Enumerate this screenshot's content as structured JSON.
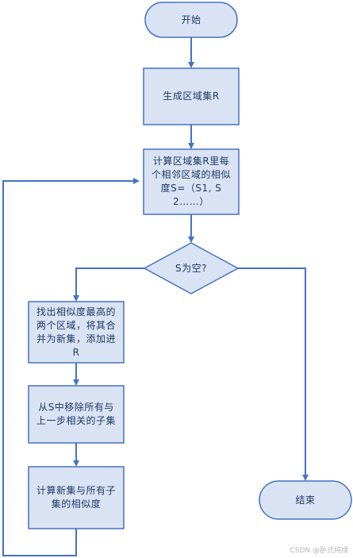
{
  "nodes": {
    "start": "开始",
    "generate": "生成区域集R",
    "compute": "计算区域集R里每个相邻区域的相似度S=（S1, S2……）",
    "decision": "S为空?",
    "merge": "找出相似度最高的两个区域，将其合并为新集，添加进R",
    "remove": "从S中移除所有与上一步相关的子集",
    "recompute": "计算新集与所有子集的相似度",
    "end": "结束"
  },
  "watermark": "CSDN @卧式纯绿",
  "colors": {
    "fill": "#dae3f3",
    "stroke": "#4472c4",
    "text": "#1f3864"
  }
}
